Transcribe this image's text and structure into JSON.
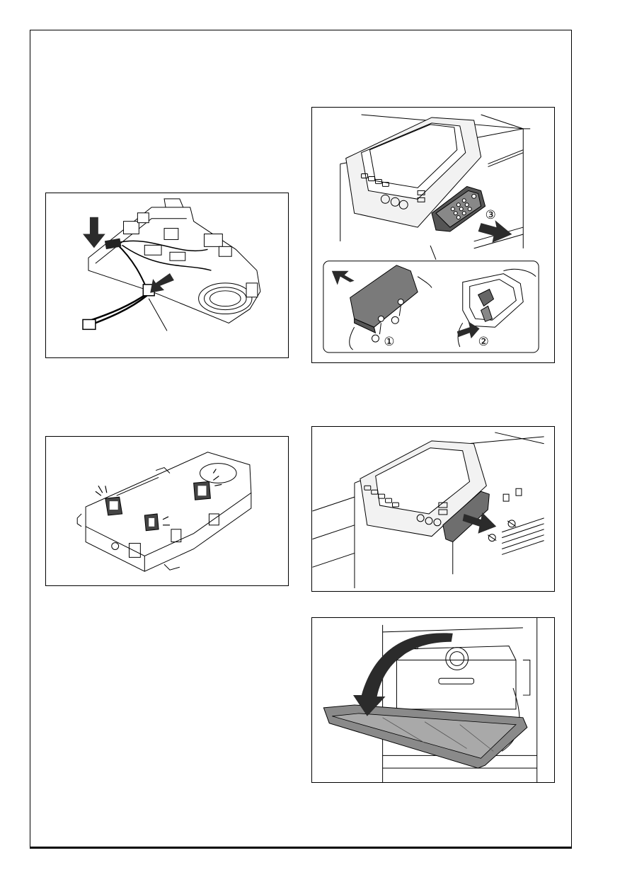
{
  "figures": {
    "fig1": {
      "subject": "harness-connector-board"
    },
    "fig2": {
      "subject": "board-with-snap-clips"
    },
    "fig3": {
      "subject": "control-panel-keypad-removal",
      "step_labels": [
        "①",
        "②",
        "③"
      ]
    },
    "fig4": {
      "subject": "side-cover-screw-removal"
    },
    "fig5": {
      "subject": "front-door-open"
    }
  },
  "colors": {
    "line": "#000000",
    "arrow": "#3a3a3a",
    "cover_fill": "#7a7a7a",
    "panel_fill": "#f2f2f2"
  }
}
